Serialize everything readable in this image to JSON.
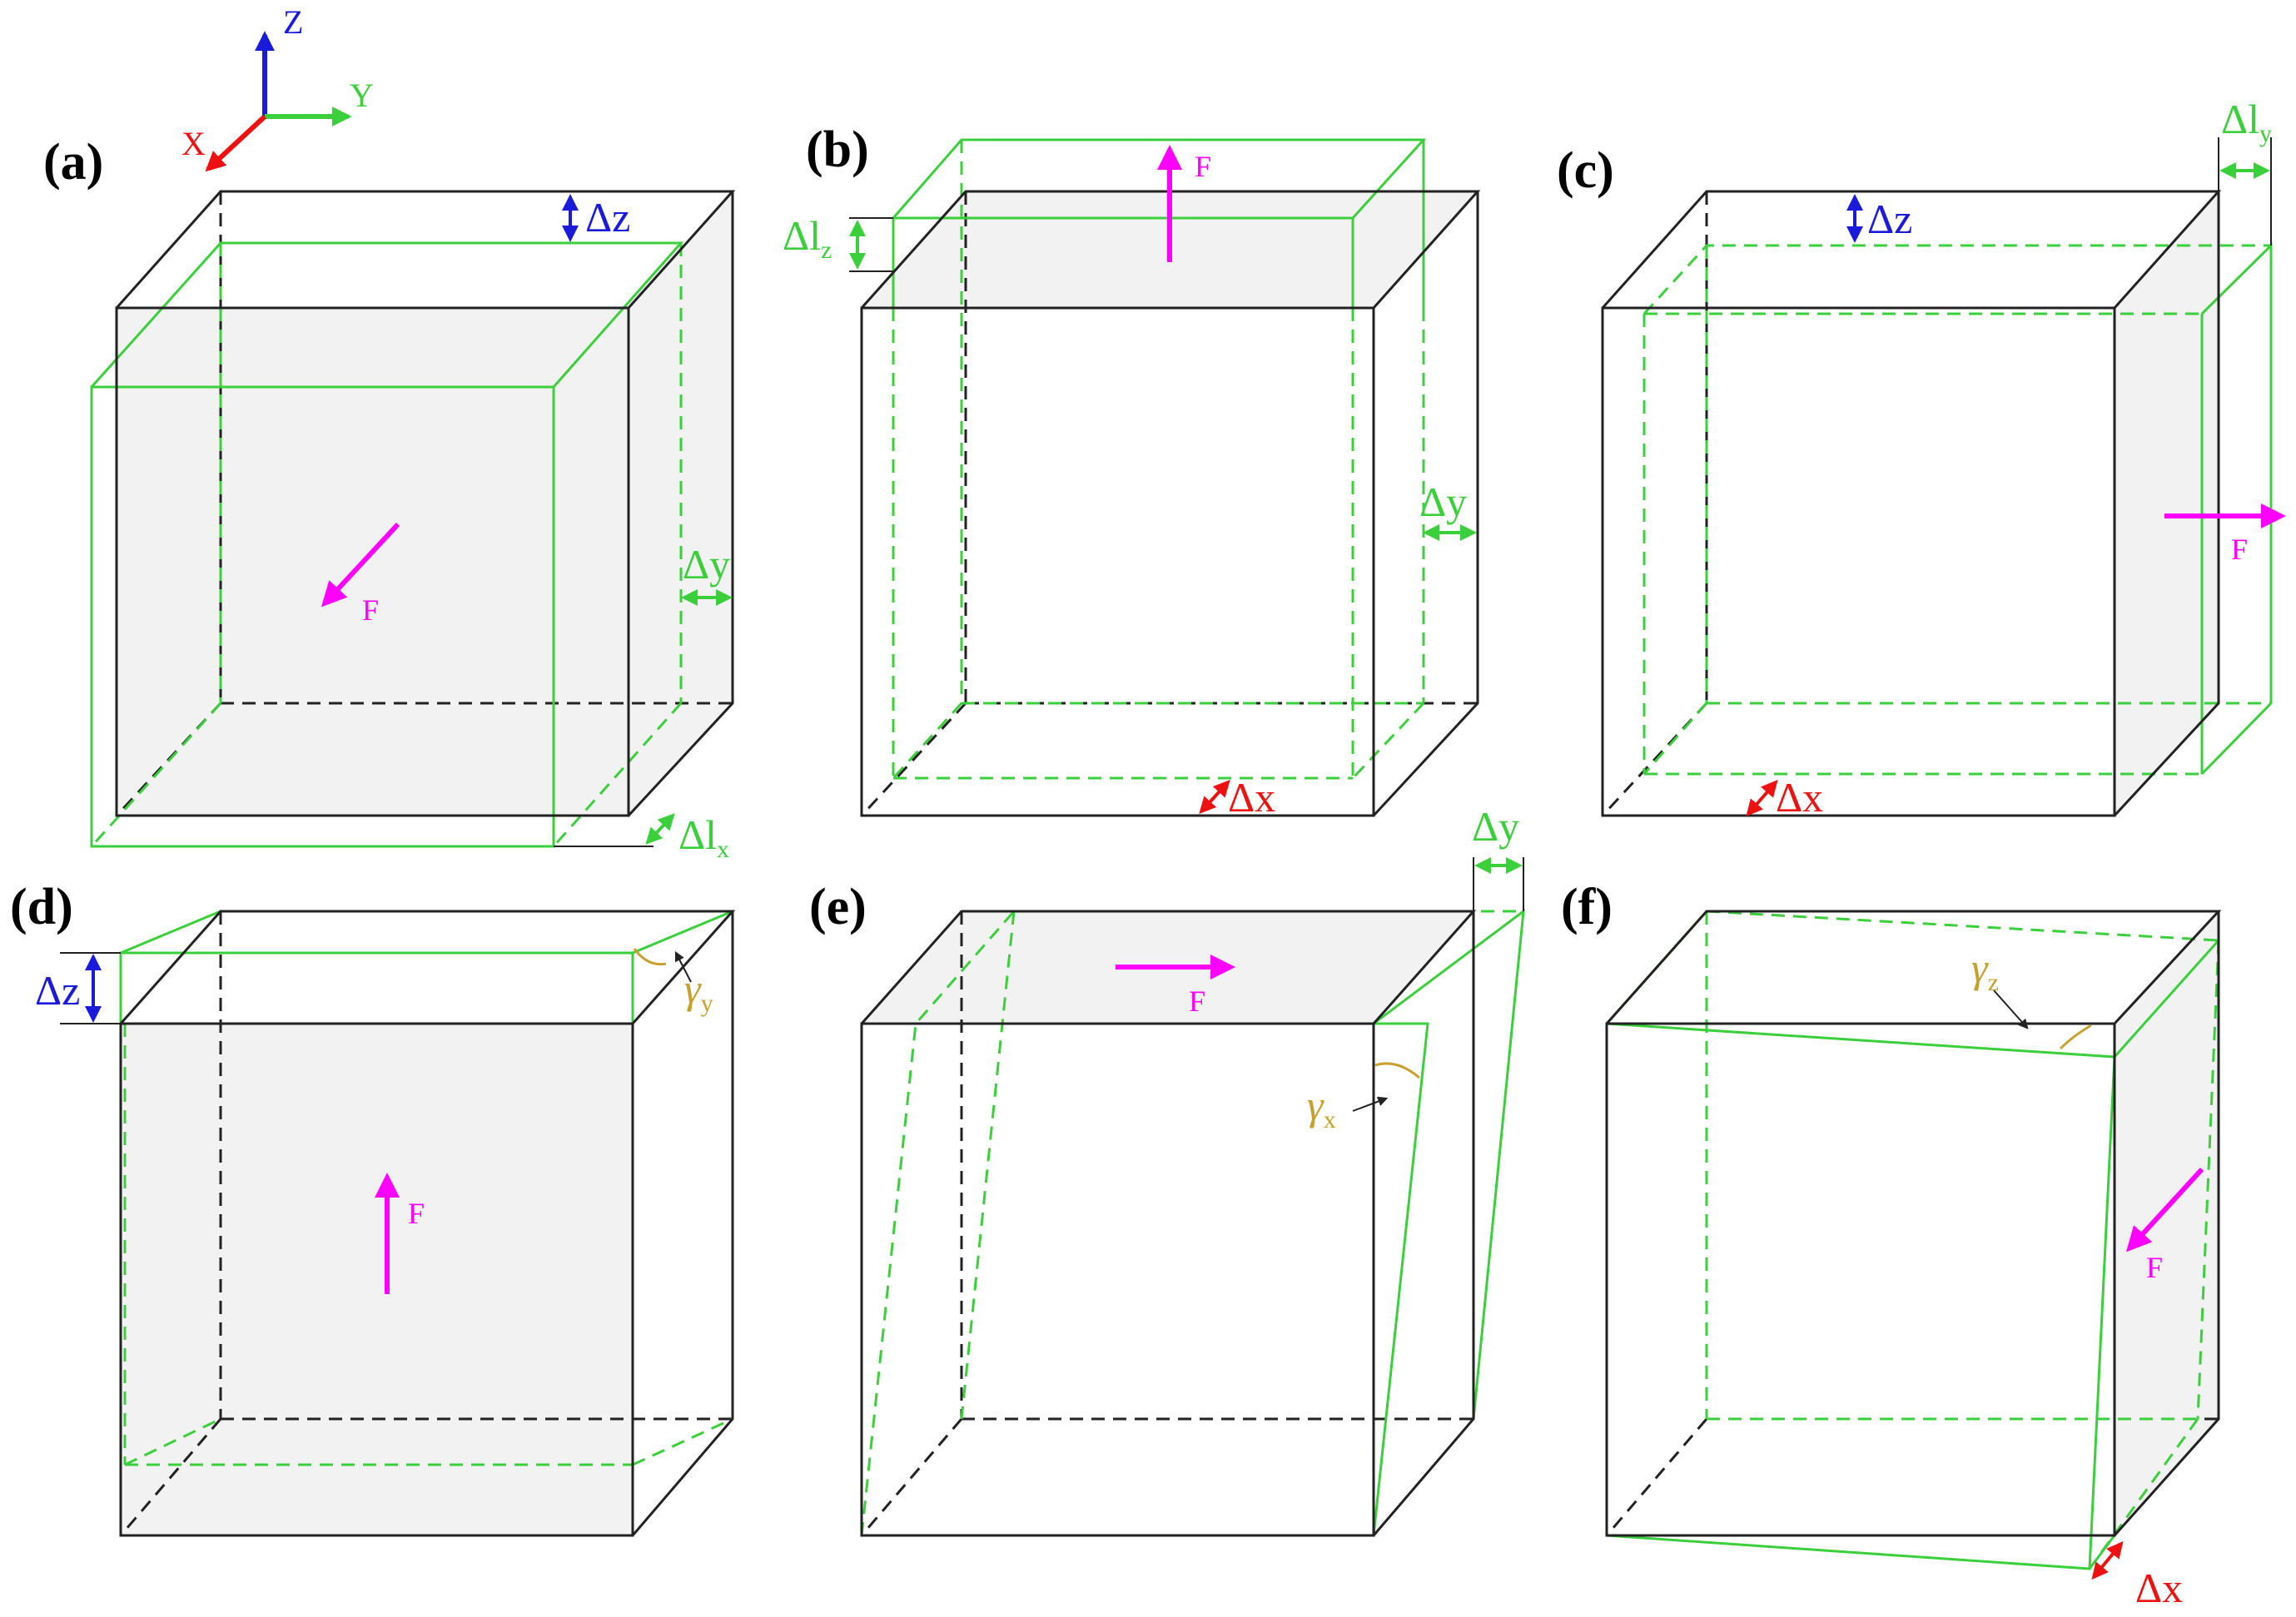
{
  "colors": {
    "original": "#222222",
    "deformed": "#3ccf3c",
    "force": "#ff00ff",
    "dim_blue": "#1a1adb",
    "dim_red": "#ee1111",
    "angle": "#c8a030",
    "face_fill": "#f2f2f2"
  },
  "axes": {
    "x": "X",
    "y": "Y",
    "z": "Z"
  },
  "panels": {
    "a": {
      "label": "(a)",
      "force": "F",
      "dz": "Δz",
      "dy": "Δy",
      "dl": "Δl",
      "dl_sub": "x"
    },
    "b": {
      "label": "(b)",
      "force": "F",
      "dl": "Δl",
      "dl_sub": "z",
      "dy": "Δy",
      "dx": "Δx"
    },
    "c": {
      "label": "(c)",
      "force": "F",
      "dl": "Δl",
      "dl_sub": "y",
      "dz": "Δz",
      "dx": "Δx"
    },
    "d": {
      "label": "(d)",
      "force": "F",
      "dz": "Δz",
      "gamma": "γ",
      "gamma_sub": "y"
    },
    "e": {
      "label": "(e)",
      "force": "F",
      "dy": "Δy",
      "gamma": "γ",
      "gamma_sub": "x"
    },
    "f": {
      "label": "(f)",
      "force": "F",
      "dx": "Δx",
      "gamma": "γ",
      "gamma_sub": "z"
    }
  }
}
